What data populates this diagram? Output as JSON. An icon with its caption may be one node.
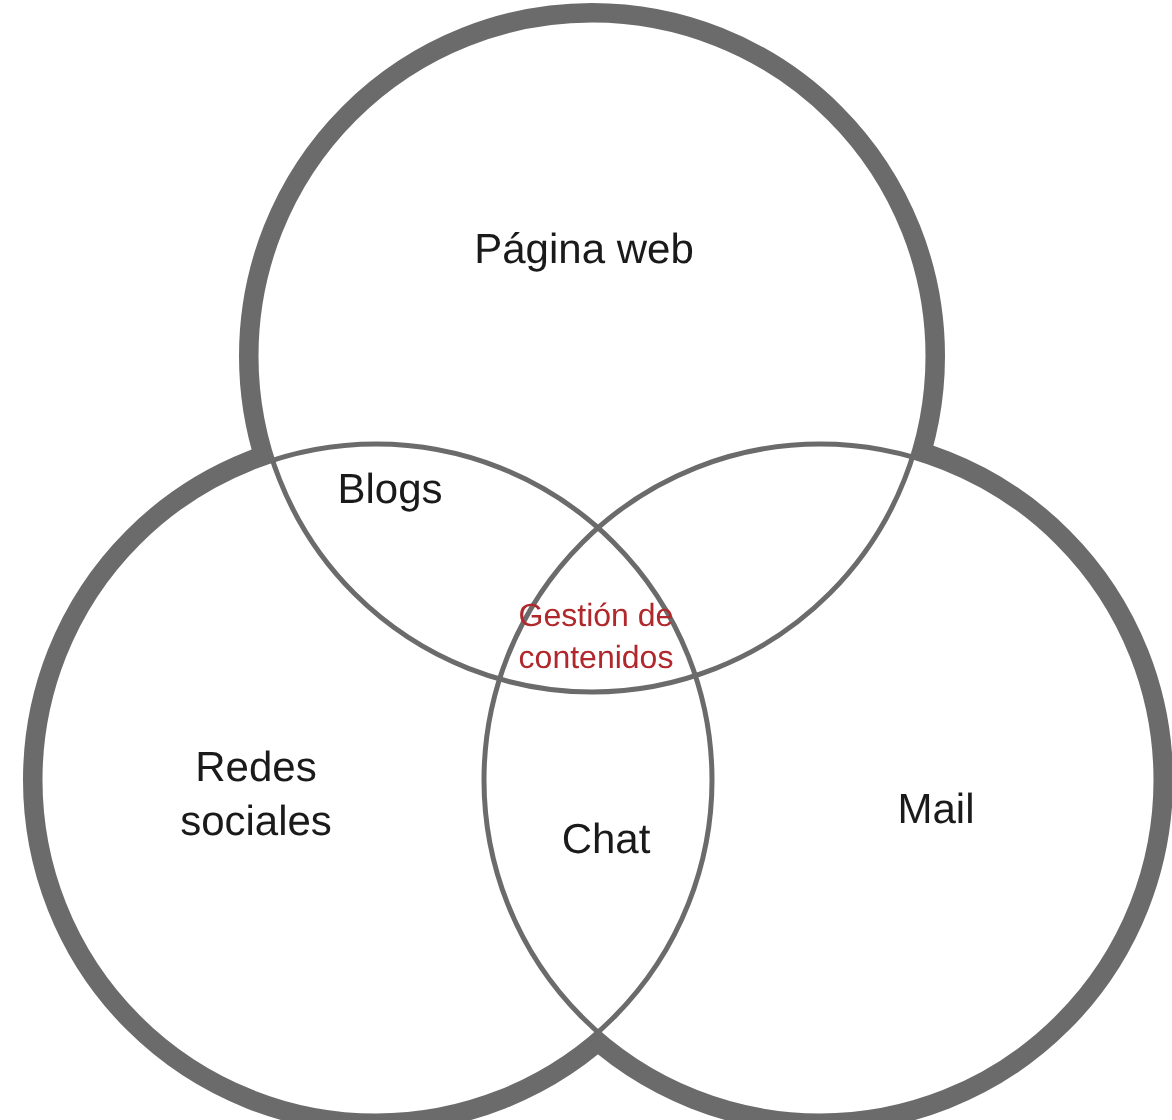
{
  "diagram": {
    "nodes": [
      {
        "text": [
          "Página web"
        ]
      },
      {
        "text": [
          "Redes sociales"
        ]
      },
      {
        "text": [
          "Mail"
        ]
      }
    ],
    "labels": [
      "Blogs",
      "Gestión de contenidos",
      "Chat"
    ]
  }
}
